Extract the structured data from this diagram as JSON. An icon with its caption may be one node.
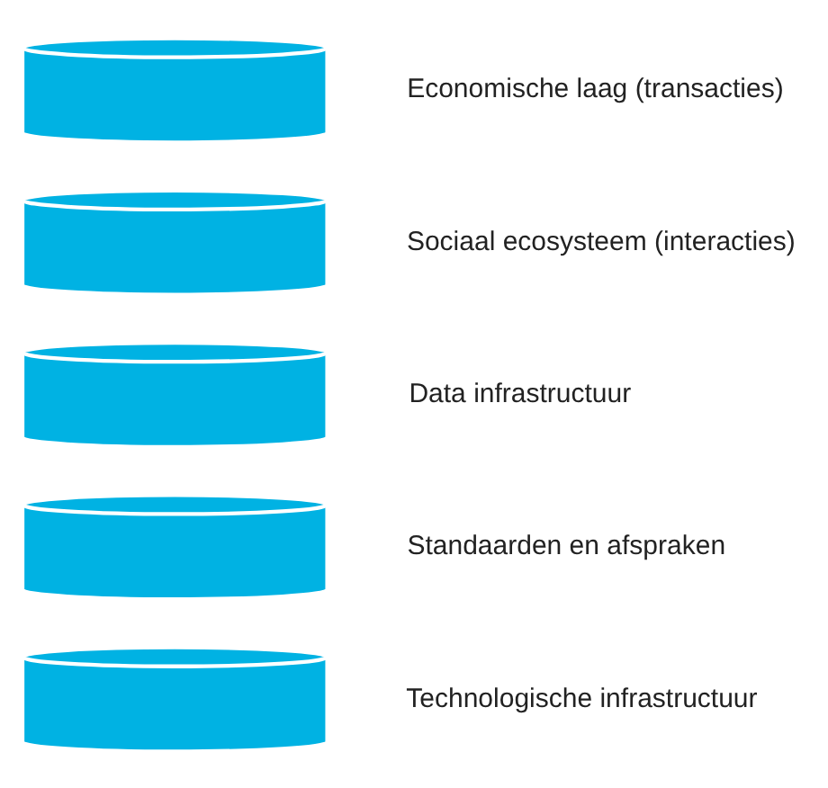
{
  "diagram": {
    "nodes": [
      {
        "text": [],
        "shape": "cylinder",
        "beside": [
          "Economische laag (transacties)"
        ]
      },
      {
        "text": [],
        "shape": "cylinder",
        "beside": [
          "Sociaal ecosysteem (interacties)"
        ]
      },
      {
        "text": [],
        "shape": "cylinder",
        "beside": [
          "Data infrastructuur"
        ]
      },
      {
        "text": [],
        "shape": "cylinder",
        "beside": [
          "Standaarden en afspraken"
        ]
      },
      {
        "text": [],
        "shape": "cylinder",
        "beside": [
          "Technologische infrastructuur"
        ]
      }
    ]
  }
}
